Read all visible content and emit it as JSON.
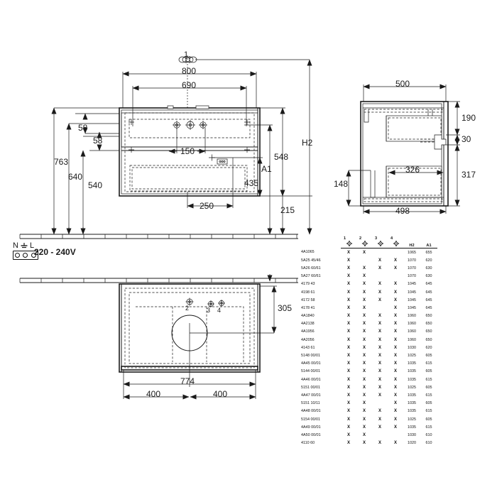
{
  "document": {
    "type": "technical-drawing",
    "title": "Vanity unit installation drawing"
  },
  "front_view": {
    "callout_1": "1",
    "dimensions": {
      "overall_width": "800",
      "inner_width": "690",
      "height_763": "763",
      "height_640": "640",
      "height_540": "540",
      "offset_58_upper": "58",
      "offset_58_lower": "58",
      "spacing_150": "150",
      "spacing_250": "250",
      "height_548": "548",
      "height_435": "435",
      "height_215": "215",
      "label_H2": "H2",
      "label_A1": "A1"
    }
  },
  "side_view": {
    "dimensions": {
      "depth_500": "500",
      "depth_498": "498",
      "depth_326": "326",
      "height_190": "190",
      "height_30": "30",
      "height_317": "317",
      "height_148": "148"
    }
  },
  "plan_view": {
    "callouts": [
      "2",
      "3",
      "4"
    ],
    "dimensions": {
      "depth_305": "305",
      "width_774": "774",
      "half_left_400": "400",
      "half_right_400": "400"
    }
  },
  "electrical": {
    "terminal_label": "N L",
    "n_label": "N",
    "l_label": "L",
    "voltage": "220 - 240V"
  },
  "spec_table": {
    "columns": [
      "",
      "1",
      "2",
      "3",
      "4",
      "H2",
      "A1"
    ],
    "mark": "X",
    "rows": [
      {
        "name": "4A1065",
        "c1": "X",
        "c2": "X",
        "c3": "",
        "c4": "",
        "h2": "1065",
        "a1": "655"
      },
      {
        "name": "5A25 45/46",
        "c1": "X",
        "c2": "",
        "c3": "X",
        "c4": "X",
        "h2": "1070",
        "a1": "620"
      },
      {
        "name": "5A26 60/61",
        "c1": "X",
        "c2": "X",
        "c3": "X",
        "c4": "X",
        "h2": "1070",
        "a1": "630"
      },
      {
        "name": "5A27 60/61",
        "c1": "X",
        "c2": "X",
        "c3": "",
        "c4": "",
        "h2": "1070",
        "a1": "630"
      },
      {
        "name": "4179 43",
        "c1": "X",
        "c2": "X",
        "c3": "X",
        "c4": "X",
        "h2": "1045",
        "a1": "645"
      },
      {
        "name": "4198 61",
        "c1": "X",
        "c2": "X",
        "c3": "X",
        "c4": "X",
        "h2": "1045",
        "a1": "645"
      },
      {
        "name": "4172 58",
        "c1": "X",
        "c2": "X",
        "c3": "X",
        "c4": "X",
        "h2": "1045",
        "a1": "645"
      },
      {
        "name": "4178 41",
        "c1": "X",
        "c2": "X",
        "c3": "",
        "c4": "X",
        "h2": "1045",
        "a1": "645"
      },
      {
        "name": "4A1840",
        "c1": "X",
        "c2": "X",
        "c3": "X",
        "c4": "X",
        "h2": "1060",
        "a1": "650"
      },
      {
        "name": "4A2138",
        "c1": "X",
        "c2": "X",
        "c3": "X",
        "c4": "X",
        "h2": "1060",
        "a1": "650"
      },
      {
        "name": "4A1956",
        "c1": "X",
        "c2": "X",
        "c3": "X",
        "c4": "X",
        "h2": "1060",
        "a1": "650"
      },
      {
        "name": "4A2056",
        "c1": "X",
        "c2": "X",
        "c3": "X",
        "c4": "X",
        "h2": "1060",
        "a1": "650"
      },
      {
        "name": "4143 61",
        "c1": "X",
        "c2": "X",
        "c3": "X",
        "c4": "X",
        "h2": "1030",
        "a1": "620"
      },
      {
        "name": "5148 00/01",
        "c1": "X",
        "c2": "X",
        "c3": "X",
        "c4": "X",
        "h2": "1025",
        "a1": "605"
      },
      {
        "name": "4A45 00/01",
        "c1": "X",
        "c2": "X",
        "c3": "X",
        "c4": "X",
        "h2": "1035",
        "a1": "615"
      },
      {
        "name": "5144 00/01",
        "c1": "X",
        "c2": "X",
        "c3": "X",
        "c4": "X",
        "h2": "1035",
        "a1": "605"
      },
      {
        "name": "4A46 00/01",
        "c1": "X",
        "c2": "X",
        "c3": "X",
        "c4": "X",
        "h2": "1035",
        "a1": "615"
      },
      {
        "name": "5151 00/01",
        "c1": "X",
        "c2": "X",
        "c3": "X",
        "c4": "X",
        "h2": "1025",
        "a1": "605"
      },
      {
        "name": "4A47 00/01",
        "c1": "X",
        "c2": "X",
        "c3": "X",
        "c4": "X",
        "h2": "1035",
        "a1": "615"
      },
      {
        "name": "5151 10/11",
        "c1": "X",
        "c2": "X",
        "c3": "",
        "c4": "X",
        "h2": "1035",
        "a1": "605"
      },
      {
        "name": "4A48 00/01",
        "c1": "X",
        "c2": "X",
        "c3": "X",
        "c4": "X",
        "h2": "1035",
        "a1": "615"
      },
      {
        "name": "5154 00/01",
        "c1": "X",
        "c2": "X",
        "c3": "X",
        "c4": "X",
        "h2": "1025",
        "a1": "605"
      },
      {
        "name": "4A49 00/01",
        "c1": "X",
        "c2": "X",
        "c3": "X",
        "c4": "X",
        "h2": "1035",
        "a1": "615"
      },
      {
        "name": "4A50 00/01",
        "c1": "X",
        "c2": "X",
        "c3": "",
        "c4": "",
        "h2": "1030",
        "a1": "610"
      },
      {
        "name": "4110 60",
        "c1": "X",
        "c2": "X",
        "c3": "X",
        "c4": "X",
        "h2": "1020",
        "a1": "610"
      }
    ]
  },
  "colors": {
    "line": "#1a1a1a",
    "background": "#ffffff"
  }
}
